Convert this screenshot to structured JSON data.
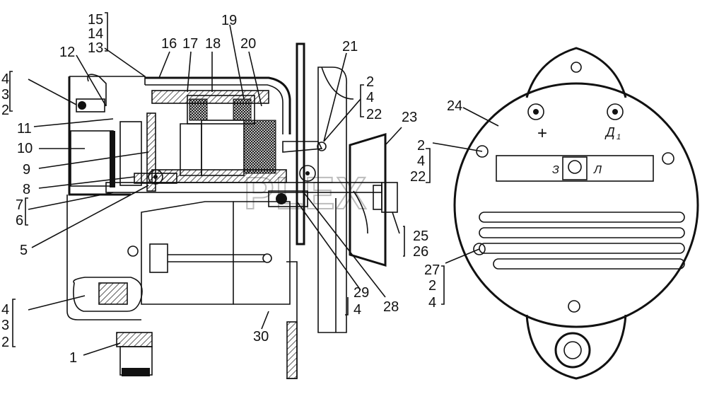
{
  "callouts": [
    {
      "text": "15"
    },
    {
      "text": "14"
    },
    {
      "text": "13"
    },
    {
      "text": "16"
    },
    {
      "text": "17"
    },
    {
      "text": "18"
    },
    {
      "text": "19"
    },
    {
      "text": "20"
    },
    {
      "text": "21"
    },
    {
      "text": "12"
    },
    {
      "text": "4"
    },
    {
      "text": "3"
    },
    {
      "text": "2"
    },
    {
      "text": "11"
    },
    {
      "text": "10"
    },
    {
      "text": "9"
    },
    {
      "text": "8"
    },
    {
      "text": "7"
    },
    {
      "text": "6"
    },
    {
      "text": "5"
    },
    {
      "text": "4"
    },
    {
      "text": "3"
    },
    {
      "text": "2"
    },
    {
      "text": "1"
    },
    {
      "text": "30"
    },
    {
      "text": "29"
    },
    {
      "text": "4"
    },
    {
      "text": "28"
    },
    {
      "text": "2"
    },
    {
      "text": "4"
    },
    {
      "text": "22"
    },
    {
      "text": "23"
    },
    {
      "text": "25"
    },
    {
      "text": "26"
    },
    {
      "text": "24"
    },
    {
      "text": "2"
    },
    {
      "text": "4"
    },
    {
      "text": "22"
    },
    {
      "text": "27"
    },
    {
      "text": "2"
    },
    {
      "text": "4"
    }
  ],
  "terminals": {
    "plus": "+",
    "d1": "Д",
    "d1_sub": "1",
    "z": "З",
    "l": "Л"
  },
  "watermark": "PLEX"
}
